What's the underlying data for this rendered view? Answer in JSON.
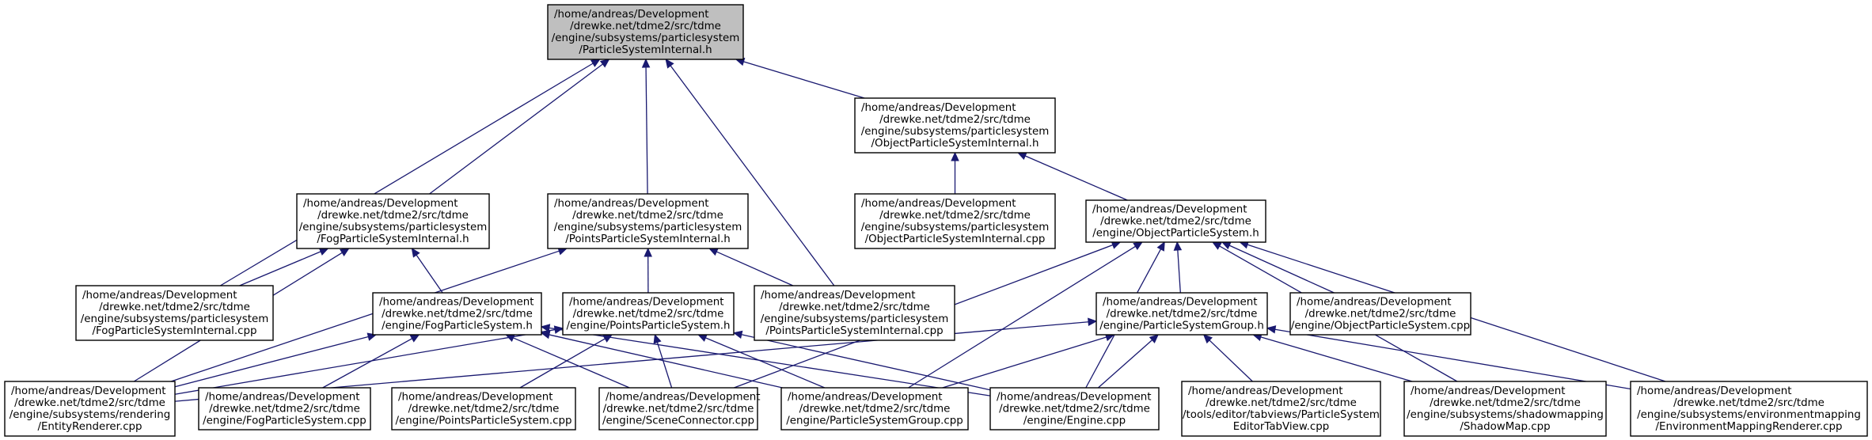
{
  "diagram": {
    "nodes": [
      {
        "id": "root",
        "lines": [
          "/home/andreas/Development",
          "/drewke.net/tdme2/src/tdme",
          "/engine/subsystems/particlesystem",
          "/ParticleSystemInternal.h"
        ],
        "highlight": true
      },
      {
        "id": "ops_internal_h",
        "lines": [
          "/home/andreas/Development",
          "/drewke.net/tdme2/src/tdme",
          "/engine/subsystems/particlesystem",
          "/ObjectParticleSystemInternal.h"
        ]
      },
      {
        "id": "fog_internal_h",
        "lines": [
          "/home/andreas/Development",
          "/drewke.net/tdme2/src/tdme",
          "/engine/subsystems/particlesystem",
          "/FogParticleSystemInternal.h"
        ]
      },
      {
        "id": "points_internal_h",
        "lines": [
          "/home/andreas/Development",
          "/drewke.net/tdme2/src/tdme",
          "/engine/subsystems/particlesystem",
          "/PointsParticleSystemInternal.h"
        ]
      },
      {
        "id": "ops_internal_cpp",
        "lines": [
          "/home/andreas/Development",
          "/drewke.net/tdme2/src/tdme",
          "/engine/subsystems/particlesystem",
          "/ObjectParticleSystemInternal.cpp"
        ]
      },
      {
        "id": "ops_h",
        "lines": [
          "/home/andreas/Development",
          "/drewke.net/tdme2/src/tdme",
          "/engine/ObjectParticleSystem.h"
        ]
      },
      {
        "id": "fog_internal_cpp",
        "lines": [
          "/home/andreas/Development",
          "/drewke.net/tdme2/src/tdme",
          "/engine/subsystems/particlesystem",
          "/FogParticleSystemInternal.cpp"
        ]
      },
      {
        "id": "fog_h",
        "lines": [
          "/home/andreas/Development",
          "/drewke.net/tdme2/src/tdme",
          "/engine/FogParticleSystem.h"
        ]
      },
      {
        "id": "points_h",
        "lines": [
          "/home/andreas/Development",
          "/drewke.net/tdme2/src/tdme",
          "/engine/PointsParticleSystem.h"
        ]
      },
      {
        "id": "points_internal_cpp",
        "lines": [
          "/home/andreas/Development",
          "/drewke.net/tdme2/src/tdme",
          "/engine/subsystems/particlesystem",
          "/PointsParticleSystemInternal.cpp"
        ]
      },
      {
        "id": "psg_h",
        "lines": [
          "/home/andreas/Development",
          "/drewke.net/tdme2/src/tdme",
          "/engine/ParticleSystemGroup.h"
        ]
      },
      {
        "id": "ops_cpp",
        "lines": [
          "/home/andreas/Development",
          "/drewke.net/tdme2/src/tdme",
          "/engine/ObjectParticleSystem.cpp"
        ]
      },
      {
        "id": "entity_renderer_cpp",
        "lines": [
          "/home/andreas/Development",
          "/drewke.net/tdme2/src/tdme",
          "/engine/subsystems/rendering",
          "/EntityRenderer.cpp"
        ]
      },
      {
        "id": "fog_cpp",
        "lines": [
          "/home/andreas/Development",
          "/drewke.net/tdme2/src/tdme",
          "/engine/FogParticleSystem.cpp"
        ]
      },
      {
        "id": "points_cpp",
        "lines": [
          "/home/andreas/Development",
          "/drewke.net/tdme2/src/tdme",
          "/engine/PointsParticleSystem.cpp"
        ]
      },
      {
        "id": "scene_connector_cpp",
        "lines": [
          "/home/andreas/Development",
          "/drewke.net/tdme2/src/tdme",
          "/engine/SceneConnector.cpp"
        ]
      },
      {
        "id": "psg_cpp",
        "lines": [
          "/home/andreas/Development",
          "/drewke.net/tdme2/src/tdme",
          "/engine/ParticleSystemGroup.cpp"
        ]
      },
      {
        "id": "engine_cpp",
        "lines": [
          "/home/andreas/Development",
          "/drewke.net/tdme2/src/tdme",
          "/engine/Engine.cpp"
        ]
      },
      {
        "id": "editor_tab_view_cpp",
        "lines": [
          "/home/andreas/Development",
          "/drewke.net/tdme2/src/tdme",
          "/tools/editor/tabviews/ParticleSystem",
          "EditorTabView.cpp"
        ]
      },
      {
        "id": "shadow_map_cpp",
        "lines": [
          "/home/andreas/Development",
          "/drewke.net/tdme2/src/tdme",
          "/engine/subsystems/shadowmapping",
          "/ShadowMap.cpp"
        ]
      },
      {
        "id": "env_mapping_renderer_cpp",
        "lines": [
          "/home/andreas/Development",
          "/drewke.net/tdme2/src/tdme",
          "/engine/subsystems/environmentmapping",
          "/EnvironmentMappingRenderer.cpp"
        ]
      }
    ],
    "edges": [
      {
        "from": "fog_internal_cpp",
        "to": "root"
      },
      {
        "from": "fog_internal_h",
        "to": "root"
      },
      {
        "from": "points_internal_h",
        "to": "root"
      },
      {
        "from": "points_internal_cpp",
        "to": "root"
      },
      {
        "from": "ops_internal_h",
        "to": "root"
      },
      {
        "from": "ops_internal_cpp",
        "to": "ops_internal_h"
      },
      {
        "from": "ops_h",
        "to": "ops_internal_h"
      },
      {
        "from": "fog_internal_cpp",
        "to": "fog_internal_h"
      },
      {
        "from": "entity_renderer_cpp",
        "to": "fog_internal_h"
      },
      {
        "from": "fog_h",
        "to": "fog_internal_h"
      },
      {
        "from": "entity_renderer_cpp",
        "to": "points_internal_h"
      },
      {
        "from": "points_h",
        "to": "points_internal_h"
      },
      {
        "from": "points_internal_cpp",
        "to": "points_internal_h"
      },
      {
        "from": "entity_renderer_cpp",
        "to": "fog_h"
      },
      {
        "from": "fog_cpp",
        "to": "fog_h"
      },
      {
        "from": "scene_connector_cpp",
        "to": "fog_h"
      },
      {
        "from": "psg_cpp",
        "to": "fog_h"
      },
      {
        "from": "engine_cpp",
        "to": "fog_h"
      },
      {
        "from": "entity_renderer_cpp",
        "to": "points_h"
      },
      {
        "from": "points_cpp",
        "to": "points_h"
      },
      {
        "from": "scene_connector_cpp",
        "to": "points_h"
      },
      {
        "from": "psg_cpp",
        "to": "points_h"
      },
      {
        "from": "engine_cpp",
        "to": "points_h"
      },
      {
        "from": "scene_connector_cpp",
        "to": "ops_h"
      },
      {
        "from": "psg_cpp",
        "to": "ops_h"
      },
      {
        "from": "engine_cpp",
        "to": "ops_h"
      },
      {
        "from": "psg_h",
        "to": "ops_h"
      },
      {
        "from": "ops_cpp",
        "to": "ops_h"
      },
      {
        "from": "shadow_map_cpp",
        "to": "ops_h"
      },
      {
        "from": "env_mapping_renderer_cpp",
        "to": "ops_h"
      },
      {
        "from": "entity_renderer_cpp",
        "to": "psg_h"
      },
      {
        "from": "psg_cpp",
        "to": "psg_h"
      },
      {
        "from": "engine_cpp",
        "to": "psg_h"
      },
      {
        "from": "editor_tab_view_cpp",
        "to": "psg_h"
      },
      {
        "from": "shadow_map_cpp",
        "to": "psg_h"
      },
      {
        "from": "env_mapping_renderer_cpp",
        "to": "psg_h"
      }
    ],
    "colors": {
      "highlight_fill": "#bfbfbf",
      "node_fill": "#ffffff",
      "edge": "#191970",
      "border": "#000000"
    }
  }
}
